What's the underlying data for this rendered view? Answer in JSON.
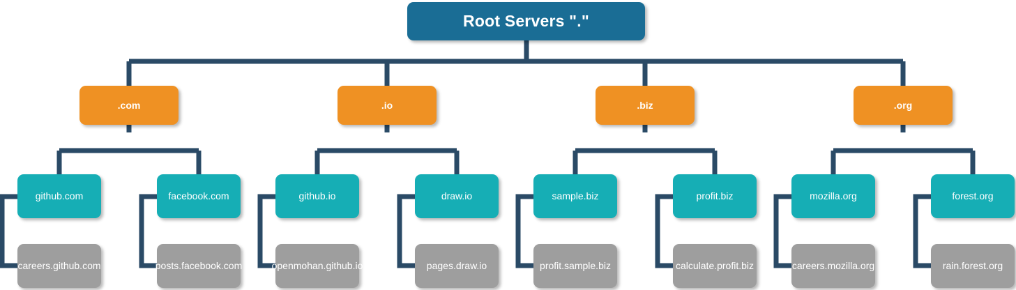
{
  "diagram": {
    "title": "DNS Hierarchy Tree",
    "type": "tree",
    "colors": {
      "root": "#1a6d95",
      "tld": "#ef9123",
      "second_level": "#16aeb5",
      "subdomain": "#9e9e9e",
      "connector": "#2a4a66",
      "background": "#ffffff",
      "text": "#ffffff"
    }
  },
  "root": {
    "label": "Root Servers \".\""
  },
  "tlds": [
    {
      "label": ".com"
    },
    {
      "label": ".io"
    },
    {
      "label": ".biz"
    },
    {
      "label": ".org"
    }
  ],
  "second_level": [
    {
      "label": "github.com"
    },
    {
      "label": "facebook.com"
    },
    {
      "label": "github.io"
    },
    {
      "label": "draw.io"
    },
    {
      "label": "sample.biz"
    },
    {
      "label": "profit.biz"
    },
    {
      "label": "mozilla.org"
    },
    {
      "label": "forest.org"
    }
  ],
  "subdomains": [
    {
      "label": "careers.github.com"
    },
    {
      "label": "posts.facebook.com"
    },
    {
      "label": "openmohan.github.io"
    },
    {
      "label": "pages.draw.io"
    },
    {
      "label": "profit.sample.biz"
    },
    {
      "label": "calculate.profit.biz"
    },
    {
      "label": "careers.mozilla.org"
    },
    {
      "label": "rain.forest.org"
    }
  ]
}
